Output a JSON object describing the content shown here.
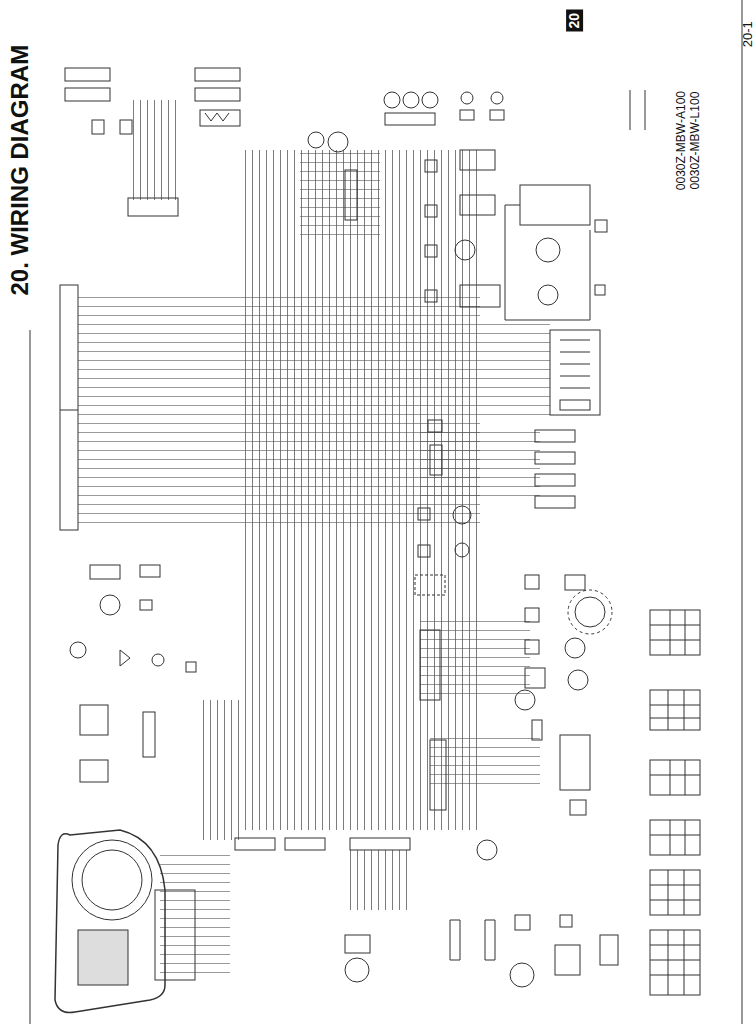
{
  "diagram": {
    "title": "20. WIRING DIAGRAM",
    "labels": [
      "20",
      "20-1",
      "0030Z-MBW-A100",
      "0030Z-MBW-L100"
    ]
  }
}
